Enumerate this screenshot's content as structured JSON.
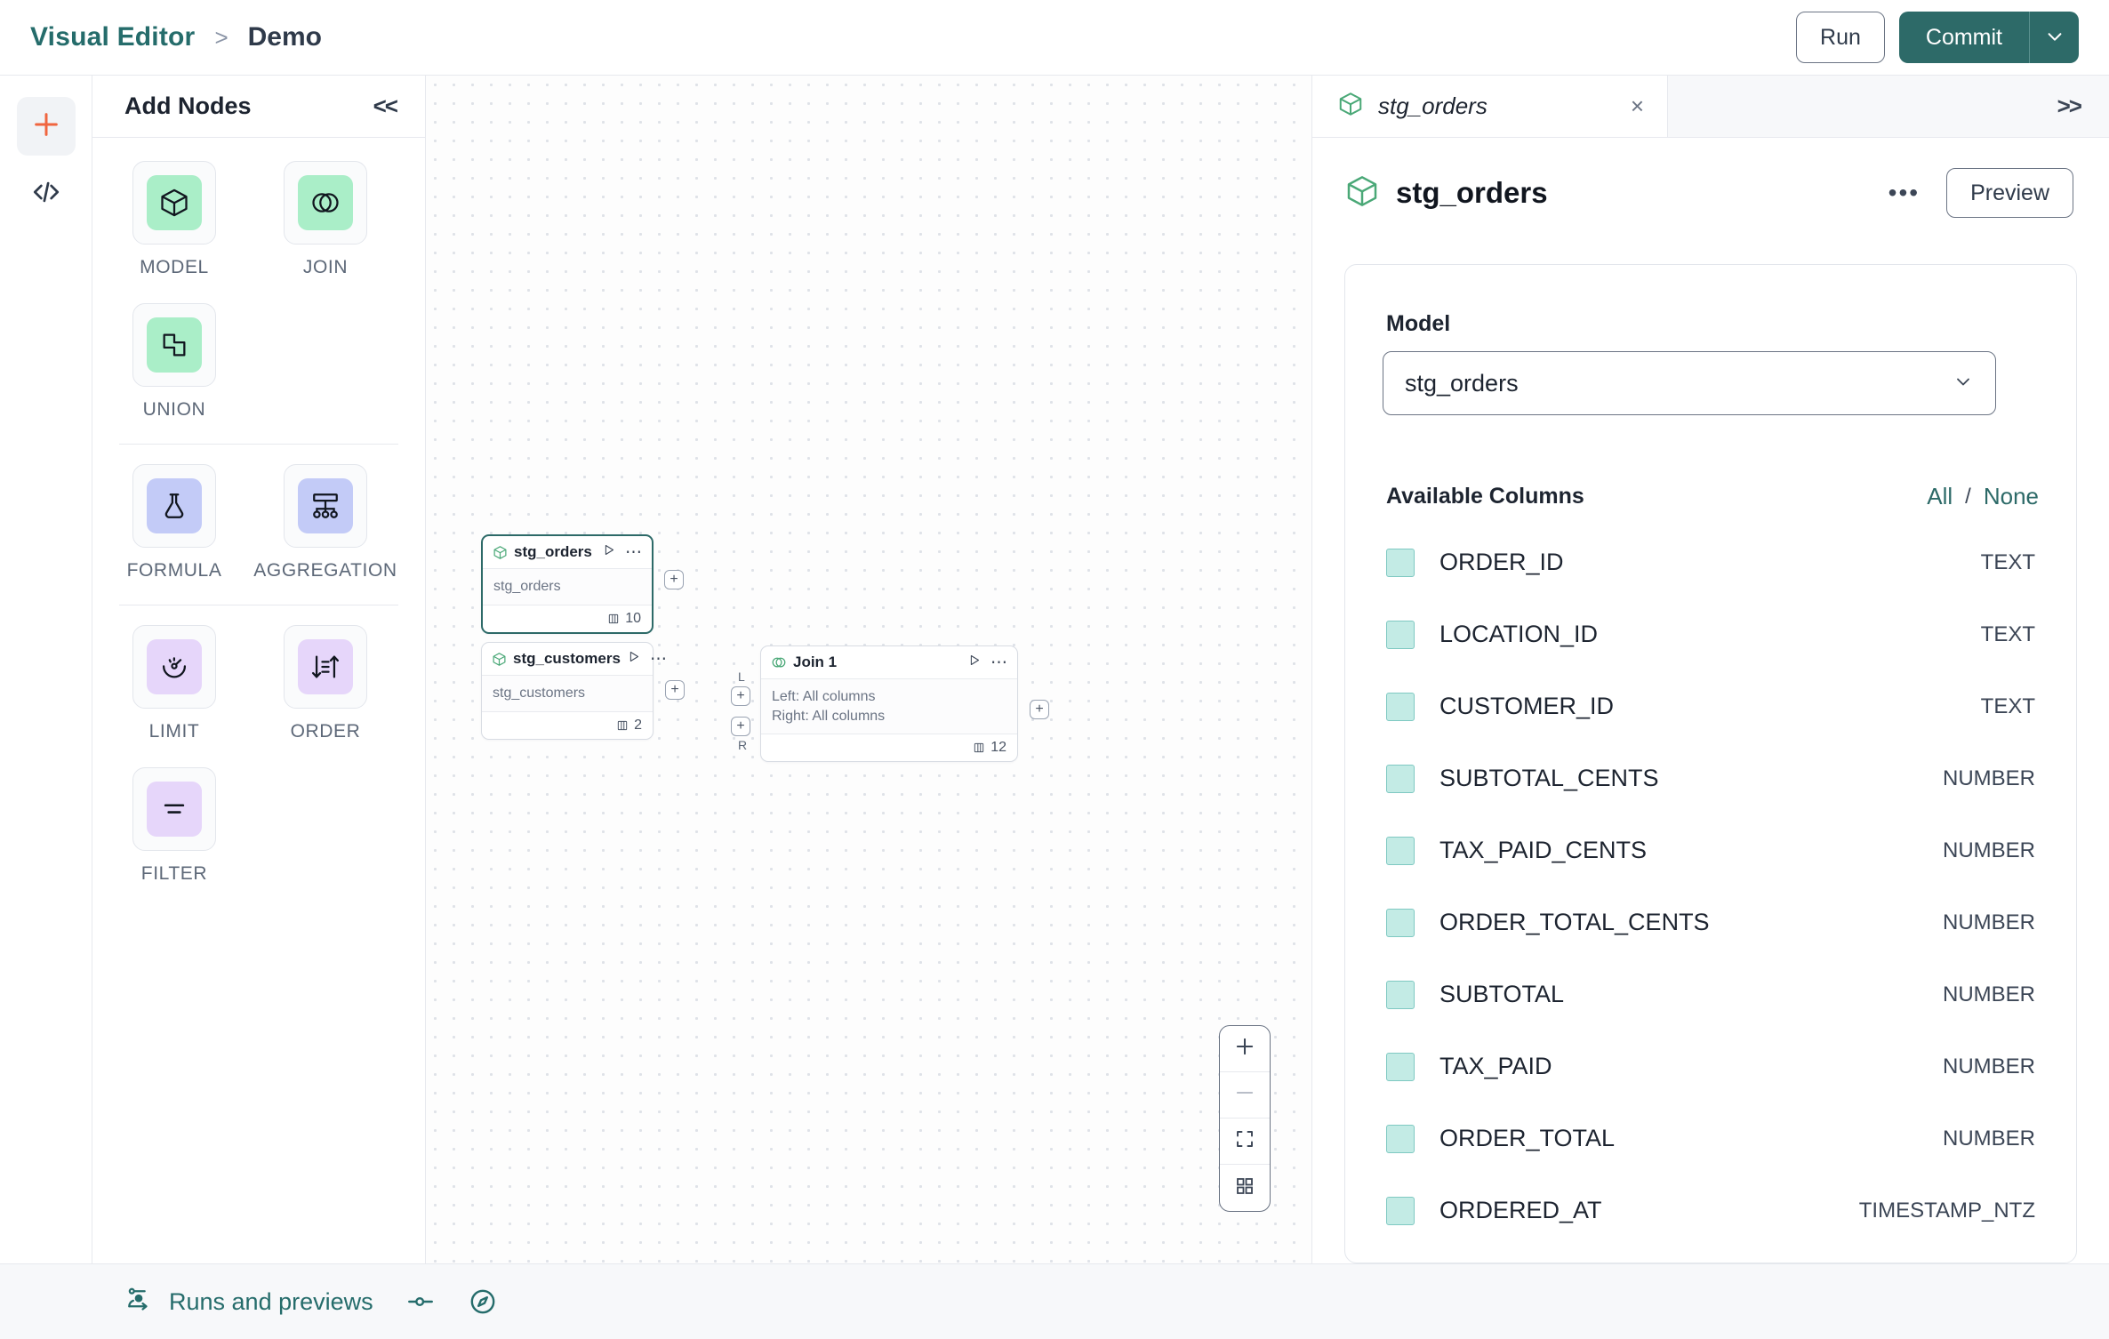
{
  "topbar": {
    "breadcrumb_root": "Visual Editor",
    "breadcrumb_sep": ">",
    "breadcrumb_leaf": "Demo",
    "run_label": "Run",
    "commit_label": "Commit",
    "accent_teal": "#2d6a68"
  },
  "rail": {
    "add_icon": "plus-icon",
    "code_icon": "code-icon"
  },
  "nodes_panel": {
    "title": "Add Nodes",
    "collapse_label": "<<",
    "groups": [
      {
        "items": [
          {
            "label": "MODEL",
            "icon": "cube-icon",
            "swatch": "sw-green"
          },
          {
            "label": "JOIN",
            "icon": "venn-icon",
            "swatch": "sw-green"
          },
          {
            "label": "UNION",
            "icon": "union-icon",
            "swatch": "sw-green"
          }
        ]
      },
      {
        "items": [
          {
            "label": "FORMULA",
            "icon": "flask-icon",
            "swatch": "sw-blue"
          },
          {
            "label": "AGGREGATION",
            "icon": "aggregation-icon",
            "swatch": "sw-blue"
          }
        ]
      },
      {
        "items": [
          {
            "label": "LIMIT",
            "icon": "limit-icon",
            "swatch": "sw-purple"
          },
          {
            "label": "ORDER",
            "icon": "sort-icon",
            "swatch": "sw-purple"
          },
          {
            "label": "FILTER",
            "icon": "filter-icon",
            "swatch": "sw-purple"
          }
        ]
      }
    ]
  },
  "canvas": {
    "nodes": [
      {
        "id": "stg_orders",
        "title": "stg_orders",
        "icon": "cube-icon",
        "body": "stg_orders",
        "column_count": "10",
        "selected": true
      },
      {
        "id": "stg_customers",
        "title": "stg_customers",
        "icon": "cube-icon",
        "body": "stg_customers",
        "column_count": "2",
        "selected": false
      },
      {
        "id": "join_1",
        "title": "Join 1",
        "icon": "venn-icon",
        "body_left": "Left: All columns",
        "body_right": "Right: All columns",
        "column_count": "12",
        "handle_left_tag": "L",
        "handle_right_tag": "R",
        "selected": false
      }
    ],
    "handle_glyph": "+",
    "zoom_controls": {
      "zoom_in": "plus-icon",
      "zoom_out": "minus-icon",
      "fit_view": "fit-view-icon",
      "toggle_grid": "grid-icon"
    }
  },
  "details": {
    "tab_label": "stg_orders",
    "tab_icon": "cube-icon",
    "close_label": "×",
    "expand_label": ">>",
    "title": "stg_orders",
    "menu_label": "•••",
    "preview_label": "Preview",
    "model_field_label": "Model",
    "model_value": "stg_orders",
    "columns_title": "Available Columns",
    "select_all_label": "All",
    "select_sep": "/",
    "select_none_label": "None",
    "columns": [
      {
        "name": "ORDER_ID",
        "type": "TEXT",
        "checked": true
      },
      {
        "name": "LOCATION_ID",
        "type": "TEXT",
        "checked": true
      },
      {
        "name": "CUSTOMER_ID",
        "type": "TEXT",
        "checked": true
      },
      {
        "name": "SUBTOTAL_CENTS",
        "type": "NUMBER",
        "checked": true
      },
      {
        "name": "TAX_PAID_CENTS",
        "type": "NUMBER",
        "checked": true
      },
      {
        "name": "ORDER_TOTAL_CENTS",
        "type": "NUMBER",
        "checked": true
      },
      {
        "name": "SUBTOTAL",
        "type": "NUMBER",
        "checked": true
      },
      {
        "name": "TAX_PAID",
        "type": "NUMBER",
        "checked": true
      },
      {
        "name": "ORDER_TOTAL",
        "type": "NUMBER",
        "checked": true
      },
      {
        "name": "ORDERED_AT",
        "type": "TIMESTAMP_NTZ",
        "checked": true
      }
    ]
  },
  "bottombar": {
    "runs_label": "Runs and previews",
    "runs_icon": "runs-icon",
    "toggle_icon": "slider-icon",
    "compass_icon": "compass-icon"
  }
}
